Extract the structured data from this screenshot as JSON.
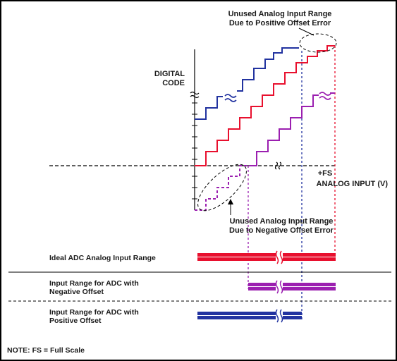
{
  "labels": {
    "y_axis_line1": "DIGITAL",
    "y_axis_line2": "CODE",
    "x_axis_fs": "+FS",
    "x_axis_title": "ANALOG INPUT (V)",
    "pos_note_line1": "Unused Analog Input Range",
    "pos_note_line2": "Due to Positive Offset Error",
    "neg_note_line1": "Unused Analog Input Range",
    "neg_note_line2": "Due to Negative Offset Error",
    "note": "NOTE: FS = Full Scale"
  },
  "ranges": [
    {
      "label_lines": [
        "Ideal ADC Analog Input Range"
      ],
      "color": "#e8102e"
    },
    {
      "label_lines": [
        "Input Range for ADC with",
        "Negative Offset"
      ],
      "color": "#9b1fb0"
    },
    {
      "label_lines": [
        "Input Range for ADC with",
        "Positive Offset"
      ],
      "color": "#2233a0"
    }
  ],
  "colors": {
    "ideal": "#e8102e",
    "negative_offset": "#9b1fb0",
    "positive_offset": "#2233a0",
    "axis": "#000000"
  }
}
